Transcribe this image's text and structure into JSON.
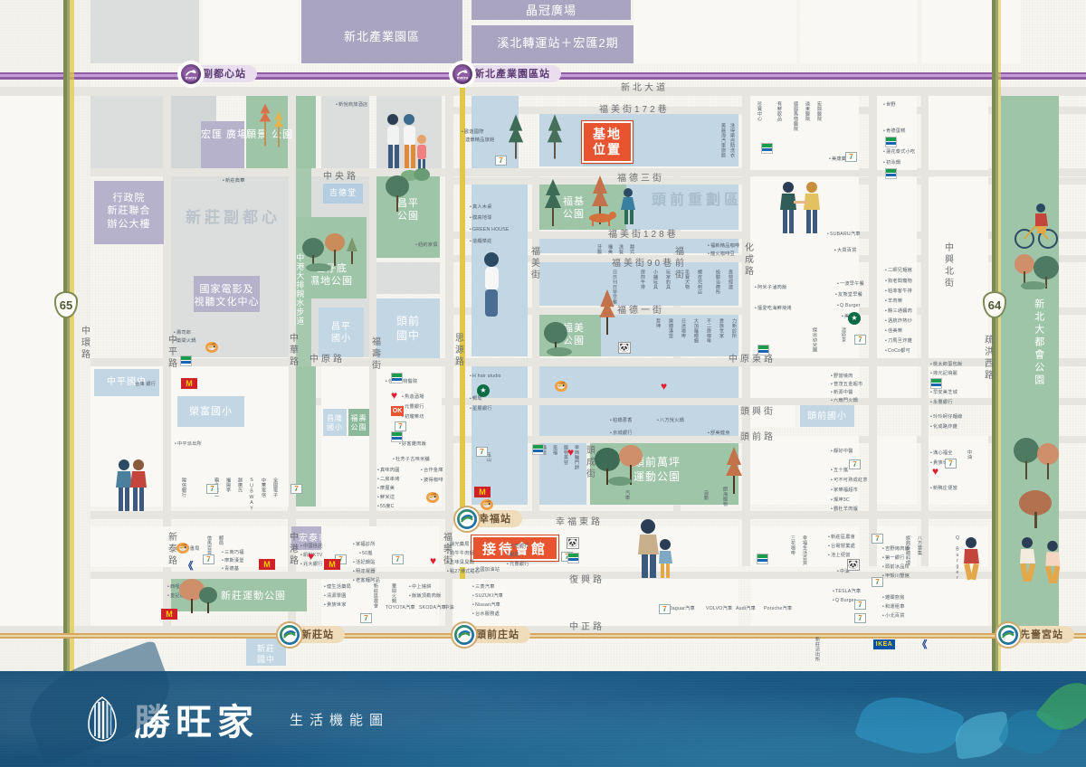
{
  "footer": {
    "brand_name": "勝旺家",
    "brand_subtitle": "生活機能圖",
    "brand_mark": "logo-mark"
  },
  "highlights": {
    "site": "基地\n位置",
    "site_line1": "基地",
    "site_line2": "位置",
    "reception": "接待會館"
  },
  "stations": [
    {
      "name": "副都心站",
      "line": "purple"
    },
    {
      "name": "新北產業園區站",
      "line": "purple"
    },
    {
      "name": "幸福站",
      "line": "orange"
    },
    {
      "name": "新莊站",
      "line": "orange"
    },
    {
      "name": "頭前庄站",
      "line": "orange"
    },
    {
      "name": "先嗇宮站",
      "line": "orange"
    }
  ],
  "shields": [
    {
      "number": "65"
    },
    {
      "number": "64"
    }
  ],
  "zones": [
    {
      "label": "新北產業園區"
    },
    {
      "label": "晶冠廣場"
    },
    {
      "label": "溪北轉運站＋宏匯2期"
    },
    {
      "label": "新莊副都心"
    },
    {
      "label": "頭前重劃區"
    }
  ],
  "landmarks": [
    {
      "label": "行政院\n新莊聯合\n辦公大樓"
    },
    {
      "label": "國家電影及\n視聽文化中心"
    },
    {
      "label": "宏匯\n廣場"
    },
    {
      "label": "願景\n公園"
    },
    {
      "label": "吉德堂"
    },
    {
      "label": "昌平\n公園"
    },
    {
      "label": "塭仔底\n濕地公園"
    },
    {
      "label": "中港大排親水步道"
    },
    {
      "label": "昌平\n國小"
    },
    {
      "label": "頭前\n國中"
    },
    {
      "label": "中平國中"
    },
    {
      "label": "榮富國小"
    },
    {
      "label": "昌隆\n國小"
    },
    {
      "label": "福壽\n公園"
    },
    {
      "label": "福基\n公園"
    },
    {
      "label": "福美\n公園"
    },
    {
      "label": "頭前國小"
    },
    {
      "label": "頭前萬坪\n運動公園"
    },
    {
      "label": "新莊運動公園"
    },
    {
      "label": "宏泰市場"
    },
    {
      "label": "新莊\n國中"
    },
    {
      "label": "新北大都會公園"
    }
  ],
  "roads_h": [
    "新北大道",
    "中央路",
    "福美街172巷",
    "福德三街",
    "福美街128巷",
    "福美街90巷",
    "福德一街",
    "中原路",
    "中原東路",
    "頭興街",
    "頭前路",
    "幸福東路",
    "復興路",
    "中正路"
  ],
  "roads_v": [
    "中環路",
    "中平路",
    "中華路",
    "福壽街",
    "思源路",
    "福美街",
    "福前街",
    "化成路",
    "中興北街",
    "疏洪西路",
    "新泰路",
    "中港路",
    "福樂街",
    "頭成街"
  ],
  "poi_groups": [
    {
      "id": "nw-hotel",
      "items": [
        "新悅商旅酒店",
        "新莊典華"
      ]
    },
    {
      "id": "n-euro",
      "items": [
        "歐遊國際",
        "連鎖精品旅館"
      ]
    },
    {
      "id": "ne-site",
      "items": [
        "美麗海汽車旅館",
        "洗得樂自助洗衣"
      ]
    },
    {
      "id": "w-food",
      "items": [
        "壽司郎",
        "築間火鍋"
      ]
    },
    {
      "id": "mid-food",
      "items": [
        "真人木桌",
        "膜高地球",
        "GREEN HOUSE",
        "造纜菜莊"
      ]
    },
    {
      "id": "mid2",
      "items": [
        "紐約家俱"
      ]
    },
    {
      "id": "hair",
      "items": [
        "H hair studio",
        "郵局",
        "星展銀行"
      ]
    },
    {
      "id": "bank-l",
      "items": [
        "合庫 銀行",
        "中平派出所"
      ]
    },
    {
      "id": "shop-a",
      "items": [
        "陽信銀行",
        "霜食院二",
        "福陽亭",
        "越廣氏",
        "SUBWAY",
        "中華電信",
        "全國電子"
      ]
    },
    {
      "id": "shop-b",
      "items": [
        "佳護動物醫院",
        "魚造酒場",
        "元豐銀行",
        "初瓏樂坊",
        "好客雞肉飯",
        "杜芳子古味米舖",
        "真味肉圓",
        "二房串烤",
        "摩屋美",
        "鮮米這",
        "55度C",
        "合作金庫",
        "披得咖啡"
      ]
    },
    {
      "id": "shop-c",
      "items": [
        "玉山",
        "餐玉山",
        "漢堡",
        "章福",
        "寵物美容",
        "幸西輪門餅",
        "美味豆"
      ]
    },
    {
      "id": "site-area",
      "items": [
        "牙醫",
        "福美",
        "洗髮",
        "越式",
        "福新精品咖啡",
        "龍火咖啡豆",
        "日日刊日早早餐",
        "房煎牛排",
        "小鋪玩具",
        "玩家釣具",
        "毛寶犬物",
        "蝦皮完到店",
        "檢驗治療所",
        "直營經連"
      ]
    },
    {
      "id": "site-area2",
      "items": [
        "力新診所",
        "貴族世家",
        "不二齋咖啡",
        "大加羅眼鏡",
        "日迷咖啡",
        "樂膊漢堡",
        "哲坤"
      ]
    },
    {
      "id": "east-a",
      "items": [
        "珍寶中心",
        "有鮮飲品",
        "德國馬偕醫院",
        "遠東醫院",
        "宏興醫院",
        "美康藥局"
      ]
    },
    {
      "id": "east-b",
      "items": [
        "世野",
        "肯德蛋糕",
        "蓮花泰式小吃",
        "初泳鍋"
      ]
    },
    {
      "id": "east-c",
      "items": [
        "SUBARU汽車",
        "大買百貨",
        "一波早午餐",
        "友熊堂早餐",
        "Q Burger",
        "美聯社",
        "傑出幼兒園",
        "清原茶",
        "阿米子滷肉飯",
        "擅愛吃海鮮燒烤"
      ]
    },
    {
      "id": "east-d",
      "items": [
        "二師兄麵館",
        "狗老闆寵物",
        "柏菲客牛排",
        "羊肉樂",
        "饒三通醬肉",
        "邁航炸熱炒",
        "佳美樂",
        "刀馬旦炸雞",
        "CoCo都可"
      ]
    },
    {
      "id": "east-e",
      "items": [
        "野當燒肉",
        "普茂五金超市",
        "新源中醫",
        "六扇門火鍋"
      ]
    },
    {
      "id": "east-f",
      "items": [
        "桃太郎蛋包飯",
        "摔元記燒麗",
        "早安美芝城",
        "永豐銀行",
        "玲玲蚵仔麵線",
        "化成路炸雞"
      ]
    },
    {
      "id": "east-g",
      "items": [
        "靜好中醫",
        "五十嵐",
        "可不可熟成紅茶",
        "家樂福超市",
        "燦坤3C",
        "霸杜羊肉爐"
      ]
    },
    {
      "id": "east-h",
      "items": [
        "滿心福全",
        "貴族世家",
        "新鴨庄便當",
        "中油"
      ]
    },
    {
      "id": "mid-food2",
      "items": [
        "柏橋蔥香",
        "八方悅火鍋",
        "京城銀行",
        "舒美健身"
      ]
    },
    {
      "id": "mid-food3",
      "items": [
        "漢堡",
        "章福",
        "甜床點",
        "汽車",
        "自動",
        "朗海寵物"
      ]
    },
    {
      "id": "south-a",
      "items": [
        "全國加油站",
        "三菱汽車",
        "SUZUKI汽車",
        "Nissan汽車",
        "台水服務處"
      ]
    },
    {
      "id": "south-b",
      "items": [
        "Jaguar汽車",
        "VOLVO汽車",
        "Audi汽車",
        "Porsche汽車",
        "TESLA汽車",
        "Q Burger"
      ]
    },
    {
      "id": "south-c",
      "items": [
        "新莊區農會",
        "台電營業處",
        "池上便當",
        "中油",
        "吉野烤肉飯",
        "第一銀行",
        "頭前冰品所",
        "甲殼川蟹館",
        "雞閣廚房",
        "和運租車",
        "小北百貨"
      ]
    },
    {
      "id": "south-d",
      "items": [
        "三花咖啡",
        "幸福生活百貨",
        "族鼎泰踏料理",
        "八方雲集",
        "Q Burger"
      ]
    },
    {
      "id": "sw-a",
      "items": [
        "手鮮書局",
        "信馬百貨",
        "郵局",
        "三商巧福",
        "摩斯漢堡",
        "青德基"
      ]
    },
    {
      "id": "sw-b",
      "items": [
        "中國信託",
        "凱悅KTV",
        "兆大銀行"
      ]
    },
    {
      "id": "sw-c",
      "items": [
        "家福診所",
        "50嵐",
        "活妃鍋貼",
        "明達電器",
        "老客麵阿品"
      ]
    },
    {
      "id": "sw-d",
      "items": [
        "陽光藥局",
        "勤牛牛肉麵",
        "五味臭臭鍋",
        "點27港式點心",
        "土地銀行",
        "郵局",
        "元豐銀行"
      ]
    },
    {
      "id": "sw-e",
      "items": [
        "健生活藥局",
        "清源學園",
        "貴族世家",
        "新莊區農會",
        "華間火鍋"
      ]
    },
    {
      "id": "sw-f",
      "items": [
        "中上燒餅",
        "飯飯頂勒肉飯",
        "TOYOTA汽車",
        "SKODA汽車",
        "中油"
      ]
    },
    {
      "id": "sw-g",
      "items": [
        "西哩千里",
        "皇記麵粉丹"
      ]
    },
    {
      "id": "stores-bottom",
      "items": [
        "新莊派出所"
      ]
    }
  ],
  "icons": [
    {
      "name": "seven-eleven-icon",
      "glyph": "7"
    },
    {
      "name": "mcdonalds-icon",
      "glyph": "M"
    },
    {
      "name": "family-mart-icon",
      "glyph": "FM"
    },
    {
      "name": "hi-life-icon",
      "glyph": "♥"
    },
    {
      "name": "hola-panda-icon",
      "glyph": "🐼"
    },
    {
      "name": "ok-mart-icon",
      "glyph": "OK"
    },
    {
      "name": "starbucks-icon",
      "glyph": "★"
    },
    {
      "name": "carrefour-icon",
      "glyph": "C"
    },
    {
      "name": "ikea-icon",
      "glyph": "IKEA"
    }
  ]
}
